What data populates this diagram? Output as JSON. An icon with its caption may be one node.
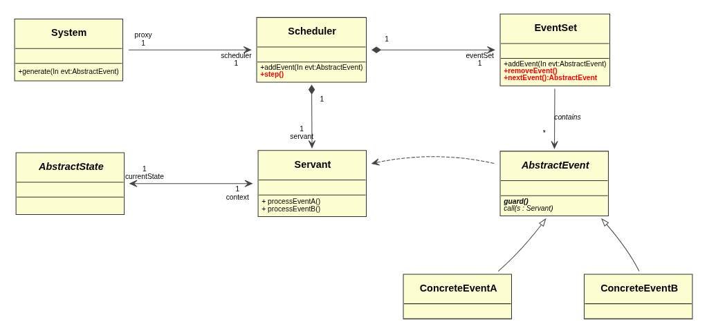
{
  "diagram": {
    "nodes": [
      {
        "text": [
          "System",
          "+generate(In evt:AbstractEvent)"
        ]
      },
      {
        "text": [
          "Scheduler",
          "+addEvent(In evt:AbstractEvent)",
          "+step()"
        ]
      },
      {
        "text": [
          "EventSet",
          "+addEvent(In evt:AbstractEvent)",
          "+removeEvent()",
          "+nextEvent():AbstractEvent"
        ]
      },
      {
        "text": [
          "AbstractState"
        ]
      },
      {
        "text": [
          "Servant",
          "+ processEventA()",
          "+ processEventB()"
        ]
      },
      {
        "text": [
          "AbstractEvent",
          "guard()",
          "call(s : Servant)"
        ]
      },
      {
        "text": [
          "ConcreteEventA"
        ]
      },
      {
        "text": [
          "ConcreteEventB"
        ]
      }
    ],
    "edges": [
      {
        "from": 0,
        "to": 1,
        "arrow": "to"
      },
      {
        "from": 1,
        "to": 2,
        "arrow": "to"
      },
      {
        "from": 1,
        "to": 4,
        "arrow": "to"
      },
      {
        "from": 2,
        "to": 5,
        "arrow": "to",
        "label": "contains"
      },
      {
        "from": 3,
        "to": 4,
        "arrow": "both"
      },
      {
        "from": 5,
        "to": 4,
        "arrow": "to",
        "style": "dashed"
      },
      {
        "from": 6,
        "to": 5,
        "arrow": "to"
      },
      {
        "from": 7,
        "to": 5,
        "arrow": "to"
      }
    ],
    "labels": [
      "proxy",
      "1",
      "scheduler",
      "1",
      "eventSet",
      "1",
      "1",
      "1",
      "1",
      "servant",
      "*",
      "1",
      "currentState",
      "1",
      "context"
    ]
  }
}
